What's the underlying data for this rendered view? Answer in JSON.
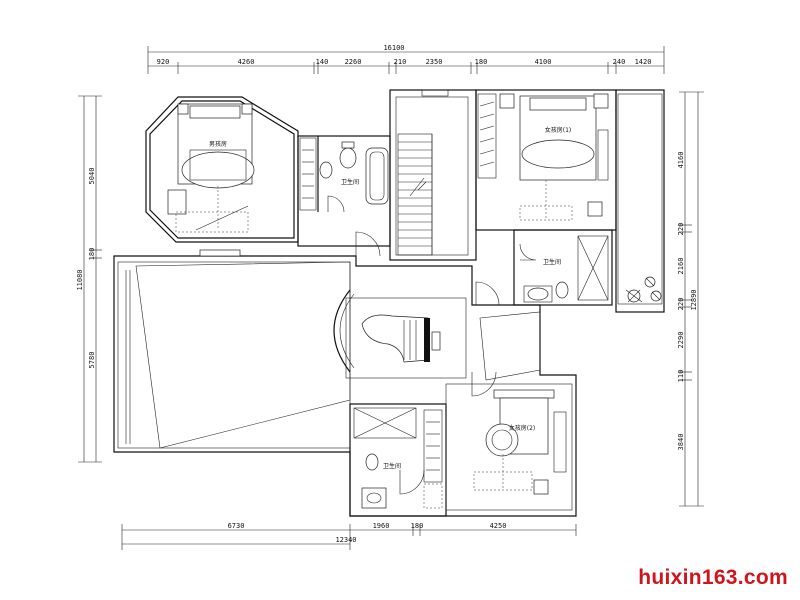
{
  "top_dimensions": {
    "total": "16100",
    "segments": [
      "920",
      "4260",
      "140",
      "2260",
      "210",
      "2350",
      "180",
      "4100",
      "240",
      "1420"
    ]
  },
  "bottom_dimensions": {
    "total": "12340",
    "segments": [
      "6730",
      "1960",
      "180",
      "4250"
    ]
  },
  "left_dimensions": {
    "total": "11080",
    "segments": [
      "5040",
      "180",
      "5780"
    ]
  },
  "right_dimensions": {
    "total": "12890",
    "segments": [
      "4160",
      "220",
      "2160",
      "220",
      "2290",
      "110",
      "3840"
    ]
  },
  "rooms": {
    "master_bedroom": "男孩房",
    "bathroom_1": "卫生间",
    "girl_room_1": "女孩房(1)",
    "bathroom_2": "卫生间",
    "bathroom_3": "卫生间",
    "girl_room_2": "女孩房(2)"
  },
  "watermark": "huixin163.com",
  "colors": {
    "line": "#111111",
    "watermark": "#d0141b"
  }
}
